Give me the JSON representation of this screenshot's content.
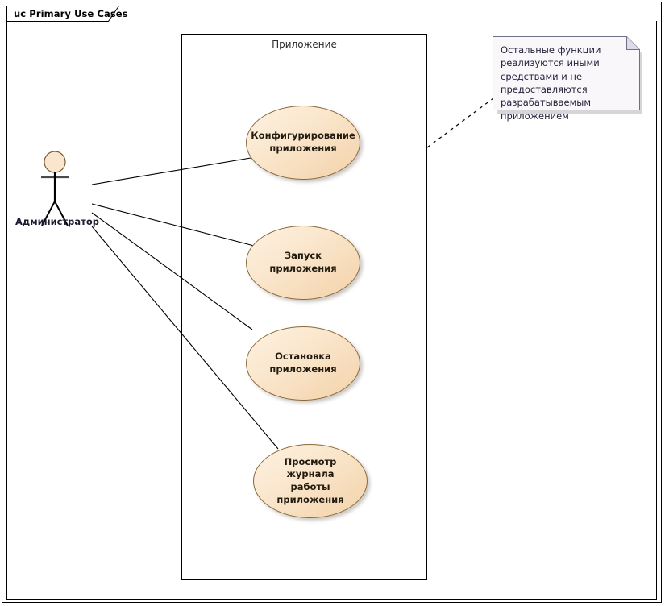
{
  "frame": {
    "tab_label": "uc Primary Use Cases"
  },
  "boundary": {
    "label": "Приложение"
  },
  "actor": {
    "name": "Администратор",
    "icon": "stick-figure-actor-icon"
  },
  "use_cases": [
    {
      "id": "configure",
      "label": "Конфигурирование\nприложения"
    },
    {
      "id": "start",
      "label": "Запуск приложения"
    },
    {
      "id": "stop",
      "label": "Остановка\nприложения"
    },
    {
      "id": "view-log",
      "label": "Просмотр журнала\nработы приложения"
    }
  ],
  "note": {
    "text": "Остальные функции реализуются иными средствами и не предоставляются разрабатываемым приложением"
  },
  "colors": {
    "usecase_fill_light": "#fdf2e2",
    "usecase_fill_dark": "#f3d2a9",
    "usecase_stroke": "#8a6a3a",
    "note_fill": "#faf7fa",
    "note_stroke": "#8a8a9a",
    "line": "#000000",
    "actor_head_fill": "#fae6cc"
  }
}
